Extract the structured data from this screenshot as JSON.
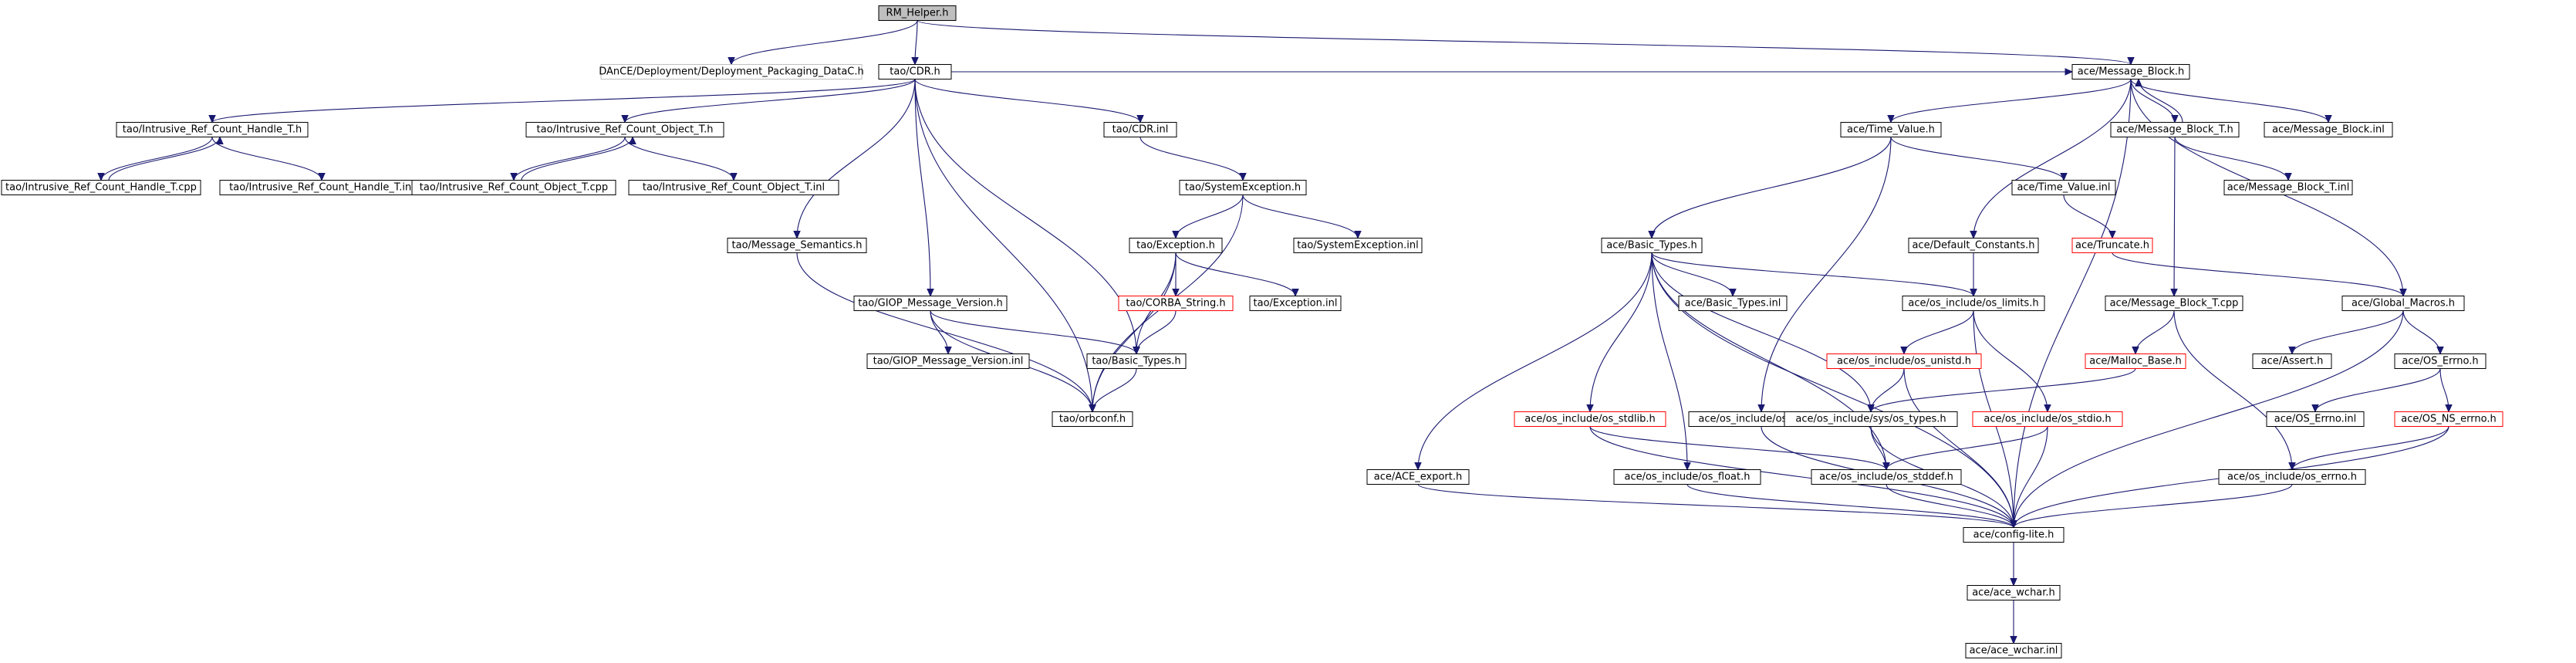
{
  "diagram": {
    "nodes": [
      {
        "id": "rm_helper",
        "label": "RM_Helper.h",
        "style": "root"
      },
      {
        "id": "dance_pkg",
        "label": "DAnCE/Deployment/Deployment_Packaging_DataC.h",
        "style": "gray"
      },
      {
        "id": "tao_cdr_h",
        "label": "tao/CDR.h",
        "style": "normal"
      },
      {
        "id": "ace_mb_h",
        "label": "ace/Message_Block.h",
        "style": "normal"
      },
      {
        "id": "tao_irch_h",
        "label": "tao/Intrusive_Ref_Count_Handle_T.h",
        "style": "normal"
      },
      {
        "id": "tao_irco_h",
        "label": "tao/Intrusive_Ref_Count_Object_T.h",
        "style": "normal"
      },
      {
        "id": "tao_cdr_inl",
        "label": "tao/CDR.inl",
        "style": "normal"
      },
      {
        "id": "ace_tv_h",
        "label": "ace/Time_Value.h",
        "style": "normal"
      },
      {
        "id": "ace_mbt_h",
        "label": "ace/Message_Block_T.h",
        "style": "normal"
      },
      {
        "id": "ace_mb_inl",
        "label": "ace/Message_Block.inl",
        "style": "normal"
      },
      {
        "id": "tao_irch_cpp",
        "label": "tao/Intrusive_Ref_Count_Handle_T.cpp",
        "style": "normal"
      },
      {
        "id": "tao_irch_inl",
        "label": "tao/Intrusive_Ref_Count_Handle_T.inl",
        "style": "normal"
      },
      {
        "id": "tao_irco_cpp",
        "label": "tao/Intrusive_Ref_Count_Object_T.cpp",
        "style": "normal"
      },
      {
        "id": "tao_irco_inl",
        "label": "tao/Intrusive_Ref_Count_Object_T.inl",
        "style": "normal"
      },
      {
        "id": "tao_sysex_h",
        "label": "tao/SystemException.h",
        "style": "normal"
      },
      {
        "id": "ace_tv_inl",
        "label": "ace/Time_Value.inl",
        "style": "normal"
      },
      {
        "id": "ace_mbt_inl",
        "label": "ace/Message_Block_T.inl",
        "style": "normal"
      },
      {
        "id": "tao_msgsem_h",
        "label": "tao/Message_Semantics.h",
        "style": "normal"
      },
      {
        "id": "tao_exc_h",
        "label": "tao/Exception.h",
        "style": "normal"
      },
      {
        "id": "tao_sysex_inl",
        "label": "tao/SystemException.inl",
        "style": "normal"
      },
      {
        "id": "ace_bt_h",
        "label": "ace/Basic_Types.h",
        "style": "normal"
      },
      {
        "id": "ace_defc_h",
        "label": "ace/Default_Constants.h",
        "style": "normal"
      },
      {
        "id": "ace_trunc_h",
        "label": "ace/Truncate.h",
        "style": "red"
      },
      {
        "id": "tao_giop_h",
        "label": "tao/GIOP_Message_Version.h",
        "style": "normal"
      },
      {
        "id": "tao_corbastr_h",
        "label": "tao/CORBA_String.h",
        "style": "red"
      },
      {
        "id": "tao_exc_inl",
        "label": "tao/Exception.inl",
        "style": "normal"
      },
      {
        "id": "ace_bt_inl",
        "label": "ace/Basic_Types.inl",
        "style": "normal"
      },
      {
        "id": "ace_oslimits_h",
        "label": "ace/os_include/os_limits.h",
        "style": "normal"
      },
      {
        "id": "ace_mbt_cpp",
        "label": "ace/Message_Block_T.cpp",
        "style": "normal"
      },
      {
        "id": "ace_glob_h",
        "label": "ace/Global_Macros.h",
        "style": "normal"
      },
      {
        "id": "tao_giop_inl",
        "label": "tao/GIOP_Message_Version.inl",
        "style": "normal"
      },
      {
        "id": "tao_bt_h",
        "label": "tao/Basic_Types.h",
        "style": "normal"
      },
      {
        "id": "ace_ostime_h",
        "label": "ace/os_include/os_time.h",
        "style": "normal"
      },
      {
        "id": "ace_osunistd_h",
        "label": "ace/os_include/os_unistd.h",
        "style": "red"
      },
      {
        "id": "ace_mallocb_h",
        "label": "ace/Malloc_Base.h",
        "style": "red"
      },
      {
        "id": "ace_assert_h",
        "label": "ace/Assert.h",
        "style": "normal"
      },
      {
        "id": "ace_oserrno_h",
        "label": "ace/OS_Errno.h",
        "style": "normal"
      },
      {
        "id": "tao_orbconf_h",
        "label": "tao/orbconf.h",
        "style": "normal"
      },
      {
        "id": "ace_osstdlib_h",
        "label": "ace/os_include/os_stdlib.h",
        "style": "red"
      },
      {
        "id": "ace_systypes_h",
        "label": "ace/os_include/sys/os_types.h",
        "style": "normal"
      },
      {
        "id": "ace_osstdio_h",
        "label": "ace/os_include/os_stdio.h",
        "style": "red"
      },
      {
        "id": "ace_oserrno_inl",
        "label": "ace/OS_Errno.inl",
        "style": "normal"
      },
      {
        "id": "ace_osnserrno_h",
        "label": "ace/OS_NS_errno.h",
        "style": "red"
      },
      {
        "id": "ace_aceexport_h",
        "label": "ace/ACE_export.h",
        "style": "normal"
      },
      {
        "id": "ace_osfloat_h",
        "label": "ace/os_include/os_float.h",
        "style": "normal"
      },
      {
        "id": "ace_osstddef_h",
        "label": "ace/os_include/os_stddef.h",
        "style": "normal"
      },
      {
        "id": "ace_oserrnoinc_h",
        "label": "ace/os_include/os_errno.h",
        "style": "normal"
      },
      {
        "id": "ace_configlite_h",
        "label": "ace/config-lite.h",
        "style": "normal"
      },
      {
        "id": "ace_acewchar_h",
        "label": "ace/ace_wchar.h",
        "style": "normal"
      },
      {
        "id": "ace_acewchar_inl",
        "label": "ace/ace_wchar.inl",
        "style": "normal"
      }
    ],
    "edges": [
      [
        "rm_helper",
        "dance_pkg"
      ],
      [
        "rm_helper",
        "tao_cdr_h"
      ],
      [
        "rm_helper",
        "ace_mb_h"
      ],
      [
        "tao_cdr_h",
        "tao_irch_h"
      ],
      [
        "tao_cdr_h",
        "tao_irco_h"
      ],
      [
        "tao_cdr_h",
        "tao_cdr_inl"
      ],
      [
        "tao_cdr_h",
        "ace_mb_h"
      ],
      [
        "tao_cdr_h",
        "tao_msgsem_h"
      ],
      [
        "tao_cdr_h",
        "tao_giop_h"
      ],
      [
        "tao_cdr_h",
        "tao_bt_h"
      ],
      [
        "tao_cdr_h",
        "tao_orbconf_h"
      ],
      [
        "tao_irch_h",
        "tao_irch_cpp"
      ],
      [
        "tao_irch_cpp",
        "tao_irch_h"
      ],
      [
        "tao_irch_h",
        "tao_irch_inl"
      ],
      [
        "tao_irco_h",
        "tao_irco_cpp"
      ],
      [
        "tao_irco_cpp",
        "tao_irco_h"
      ],
      [
        "tao_irco_h",
        "tao_irco_inl"
      ],
      [
        "tao_cdr_inl",
        "tao_sysex_h"
      ],
      [
        "tao_sysex_h",
        "tao_exc_h"
      ],
      [
        "tao_sysex_h",
        "tao_sysex_inl"
      ],
      [
        "tao_sysex_h",
        "tao_orbconf_h"
      ],
      [
        "tao_exc_h",
        "tao_corbastr_h"
      ],
      [
        "tao_exc_h",
        "tao_exc_inl"
      ],
      [
        "tao_exc_h",
        "tao_bt_h"
      ],
      [
        "tao_exc_h",
        "tao_orbconf_h"
      ],
      [
        "tao_corbastr_h",
        "tao_bt_h"
      ],
      [
        "tao_giop_h",
        "tao_giop_inl"
      ],
      [
        "tao_giop_h",
        "tao_bt_h"
      ],
      [
        "tao_giop_h",
        "tao_orbconf_h"
      ],
      [
        "tao_msgsem_h",
        "tao_orbconf_h"
      ],
      [
        "tao_bt_h",
        "tao_orbconf_h"
      ],
      [
        "ace_mb_h",
        "ace_tv_h"
      ],
      [
        "ace_mb_h",
        "ace_mbt_h"
      ],
      [
        "ace_mb_h",
        "ace_mb_inl"
      ],
      [
        "ace_mb_h",
        "ace_defc_h"
      ],
      [
        "ace_mb_h",
        "ace_glob_h"
      ],
      [
        "ace_mb_h",
        "ace_configlite_h"
      ],
      [
        "ace_mbt_h",
        "ace_mb_h"
      ],
      [
        "ace_mbt_h",
        "ace_mbt_inl"
      ],
      [
        "ace_mbt_h",
        "ace_mbt_cpp"
      ],
      [
        "ace_tv_h",
        "ace_tv_inl"
      ],
      [
        "ace_tv_h",
        "ace_bt_h"
      ],
      [
        "ace_tv_h",
        "ace_ostime_h"
      ],
      [
        "ace_tv_inl",
        "ace_trunc_h"
      ],
      [
        "ace_trunc_h",
        "ace_glob_h"
      ],
      [
        "ace_defc_h",
        "ace_oslimits_h"
      ],
      [
        "ace_bt_h",
        "ace_bt_inl"
      ],
      [
        "ace_bt_h",
        "ace_oslimits_h"
      ],
      [
        "ace_bt_h",
        "ace_systypes_h"
      ],
      [
        "ace_bt_h",
        "ace_osstdlib_h"
      ],
      [
        "ace_bt_h",
        "ace_osfloat_h"
      ],
      [
        "ace_bt_h",
        "ace_osstddef_h"
      ],
      [
        "ace_bt_h",
        "ace_aceexport_h"
      ],
      [
        "ace_bt_h",
        "ace_configlite_h"
      ],
      [
        "ace_oslimits_h",
        "ace_osunistd_h"
      ],
      [
        "ace_oslimits_h",
        "ace_osstdio_h"
      ],
      [
        "ace_oslimits_h",
        "ace_configlite_h"
      ],
      [
        "ace_mbt_cpp",
        "ace_mallocb_h"
      ],
      [
        "ace_mbt_cpp",
        "ace_oserrnoinc_h"
      ],
      [
        "ace_glob_h",
        "ace_assert_h"
      ],
      [
        "ace_glob_h",
        "ace_oserrno_h"
      ],
      [
        "ace_glob_h",
        "ace_configlite_h"
      ],
      [
        "ace_osunistd_h",
        "ace_systypes_h"
      ],
      [
        "ace_osunistd_h",
        "ace_configlite_h"
      ],
      [
        "ace_mallocb_h",
        "ace_systypes_h"
      ],
      [
        "ace_oserrno_h",
        "ace_oserrno_inl"
      ],
      [
        "ace_oserrno_h",
        "ace_osnserrno_h"
      ],
      [
        "ace_ostime_h",
        "ace_systypes_h"
      ],
      [
        "ace_ostime_h",
        "ace_configlite_h"
      ],
      [
        "ace_osstdlib_h",
        "ace_osstddef_h"
      ],
      [
        "ace_osstdlib_h",
        "ace_configlite_h"
      ],
      [
        "ace_systypes_h",
        "ace_osstddef_h"
      ],
      [
        "ace_systypes_h",
        "ace_configlite_h"
      ],
      [
        "ace_osstdio_h",
        "ace_osstddef_h"
      ],
      [
        "ace_osstdio_h",
        "ace_configlite_h"
      ],
      [
        "ace_osnserrno_h",
        "ace_oserrnoinc_h"
      ],
      [
        "ace_osnserrno_h",
        "ace_configlite_h"
      ],
      [
        "ace_aceexport_h",
        "ace_configlite_h"
      ],
      [
        "ace_osfloat_h",
        "ace_configlite_h"
      ],
      [
        "ace_osstddef_h",
        "ace_configlite_h"
      ],
      [
        "ace_oserrnoinc_h",
        "ace_configlite_h"
      ],
      [
        "ace_configlite_h",
        "ace_acewchar_h"
      ],
      [
        "ace_acewchar_h",
        "ace_acewchar_inl"
      ]
    ]
  }
}
